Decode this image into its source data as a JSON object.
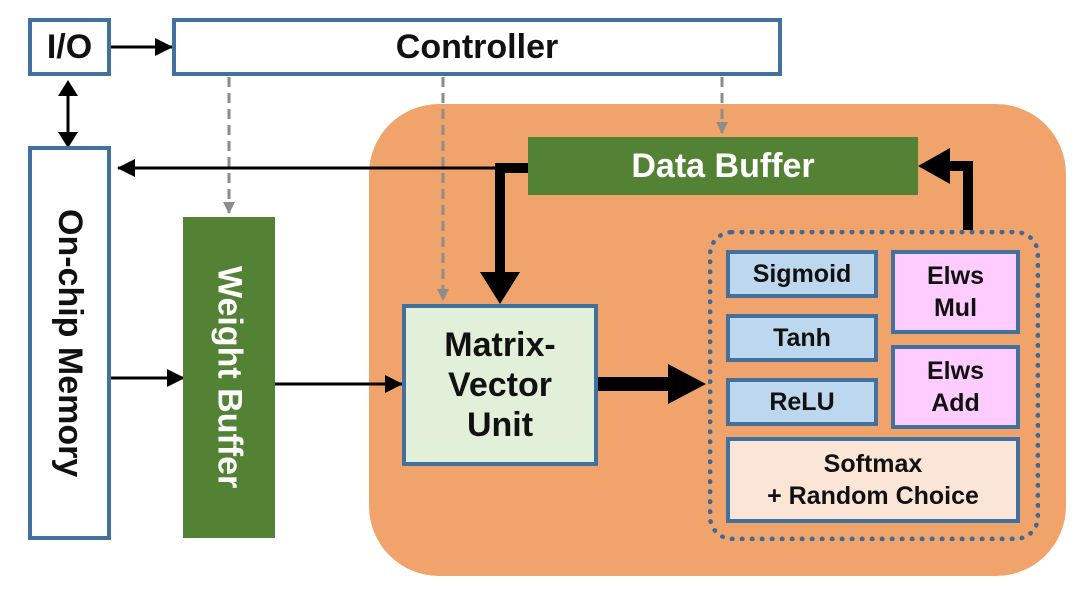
{
  "blocks": {
    "io": "I/O",
    "controller": "Controller",
    "on_chip_memory": "On-chip Memory",
    "weight_buffer": "Weight Buffer",
    "data_buffer": "Data Buffer",
    "mvu_line1": "Matrix-",
    "mvu_line2": "Vector",
    "mvu_line3": "Unit",
    "sigmoid": "Sigmoid",
    "tanh": "Tanh",
    "relu": "ReLU",
    "elws_mul_line1": "Elws",
    "elws_mul_line2": "Mul",
    "elws_add_line1": "Elws",
    "elws_add_line2": "Add",
    "softmax_line1": "Softmax",
    "softmax_line2": "+ Random Choice"
  },
  "colors": {
    "accelerator_region": "#f0a46c",
    "outline_blue": "#41719c",
    "buffer_green": "#548235",
    "mvu_fill": "#e2f0d9",
    "activation_fill": "#bdd7ee",
    "elementwise_fill": "#ffccff",
    "softmax_fill": "#fbe5d6",
    "control_arrow": "#8c8c8c"
  }
}
